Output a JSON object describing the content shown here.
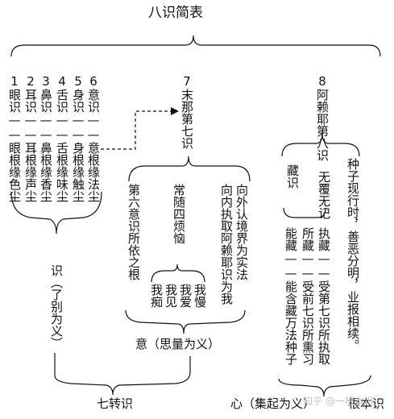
{
  "title": "八识简表",
  "five_plus_consciousness": [
    "6意识——意根缘法尘",
    "5身识——身根缘触尘",
    "4舌识——舌根缘味尘",
    "3鼻识——鼻根缘香尘",
    "2耳识——耳根缘声尘",
    "1眼识——眼根缘色尘"
  ],
  "seventh": "7末那第七识",
  "seventh_branches": [
    "向外认境界为实法",
    "向内执取阿赖耶识为我",
    "常随四烦恼",
    "第六意识所依之根"
  ],
  "four_afflictions": [
    "我慢",
    "我爱",
    "我见",
    "我痴"
  ],
  "eighth": "8阿赖耶第八识",
  "eighth_branches": [
    "种子现行时，善恶分明，业报相续。",
    "无覆无记",
    "藏识"
  ],
  "storage_aspects": [
    "执藏——受第七识所执取",
    "所藏——受前七识所熏习",
    "能藏——能含藏万法种子"
  ],
  "label_shi": "识（了别为义）",
  "label_yi": "意（思量为义）",
  "label_qizhuanshi": "七转识",
  "label_xin": "心（集起为义）",
  "label_genbenshi": "根本识",
  "watermark": "知乎 @一根本识"
}
